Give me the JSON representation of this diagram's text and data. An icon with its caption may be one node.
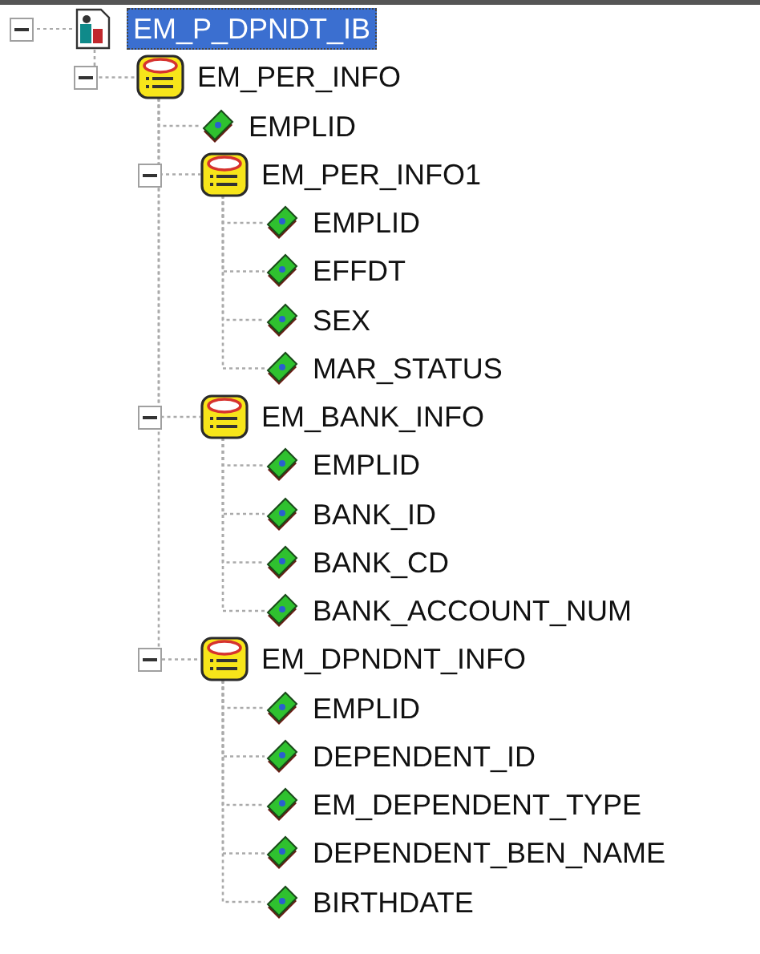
{
  "diagram": {
    "nodes": [
      {
        "text": [
          "EM_P_DPNDT_IB"
        ]
      },
      {
        "text": [
          "EM_PER_INFO"
        ]
      },
      {
        "text": [
          "EMPLID"
        ]
      },
      {
        "text": [
          "EM_PER_INFO1"
        ]
      },
      {
        "text": [
          "EMPLID"
        ]
      },
      {
        "text": [
          "EFFDT"
        ]
      },
      {
        "text": [
          "SEX"
        ]
      },
      {
        "text": [
          "MAR_STATUS"
        ]
      },
      {
        "text": [
          "EM_BANK_INFO"
        ]
      },
      {
        "text": [
          "EMPLID"
        ]
      },
      {
        "text": [
          "BANK_ID"
        ]
      },
      {
        "text": [
          "BANK_CD"
        ]
      },
      {
        "text": [
          "BANK_ACCOUNT_NUM"
        ]
      },
      {
        "text": [
          "EM_DPNDNT_INFO"
        ]
      },
      {
        "text": [
          "EMPLID"
        ]
      },
      {
        "text": [
          "DEPENDENT_ID"
        ]
      },
      {
        "text": [
          "EM_DEPENDENT_TYPE"
        ]
      },
      {
        "text": [
          "DEPENDENT_BEN_NAME"
        ]
      },
      {
        "text": [
          "BIRTHDATE"
        ]
      }
    ],
    "edges": [
      {
        "from": 0,
        "to": 1,
        "arrow": "none",
        "style": "dashed"
      },
      {
        "from": 1,
        "to": 2,
        "arrow": "none",
        "style": "dashed"
      },
      {
        "from": 1,
        "to": 3,
        "arrow": "none",
        "style": "dashed"
      },
      {
        "from": 3,
        "to": 4,
        "arrow": "none",
        "style": "dashed"
      },
      {
        "from": 3,
        "to": 5,
        "arrow": "none",
        "style": "dashed"
      },
      {
        "from": 3,
        "to": 6,
        "arrow": "none",
        "style": "dashed"
      },
      {
        "from": 3,
        "to": 7,
        "arrow": "none",
        "style": "dashed"
      },
      {
        "from": 1,
        "to": 8,
        "arrow": "none",
        "style": "dashed"
      },
      {
        "from": 8,
        "to": 9,
        "arrow": "none",
        "style": "dashed"
      },
      {
        "from": 8,
        "to": 10,
        "arrow": "none",
        "style": "dashed"
      },
      {
        "from": 8,
        "to": 11,
        "arrow": "none",
        "style": "dashed"
      },
      {
        "from": 8,
        "to": 12,
        "arrow": "none",
        "style": "dashed"
      },
      {
        "from": 1,
        "to": 13,
        "arrow": "none",
        "style": "dashed"
      },
      {
        "from": 13,
        "to": 14,
        "arrow": "none",
        "style": "dashed"
      },
      {
        "from": 13,
        "to": 15,
        "arrow": "none",
        "style": "dashed"
      },
      {
        "from": 13,
        "to": 16,
        "arrow": "none",
        "style": "dashed"
      },
      {
        "from": 13,
        "to": 17,
        "arrow": "none",
        "style": "dashed"
      },
      {
        "from": 13,
        "to": 18,
        "arrow": "none",
        "style": "dashed"
      }
    ]
  }
}
